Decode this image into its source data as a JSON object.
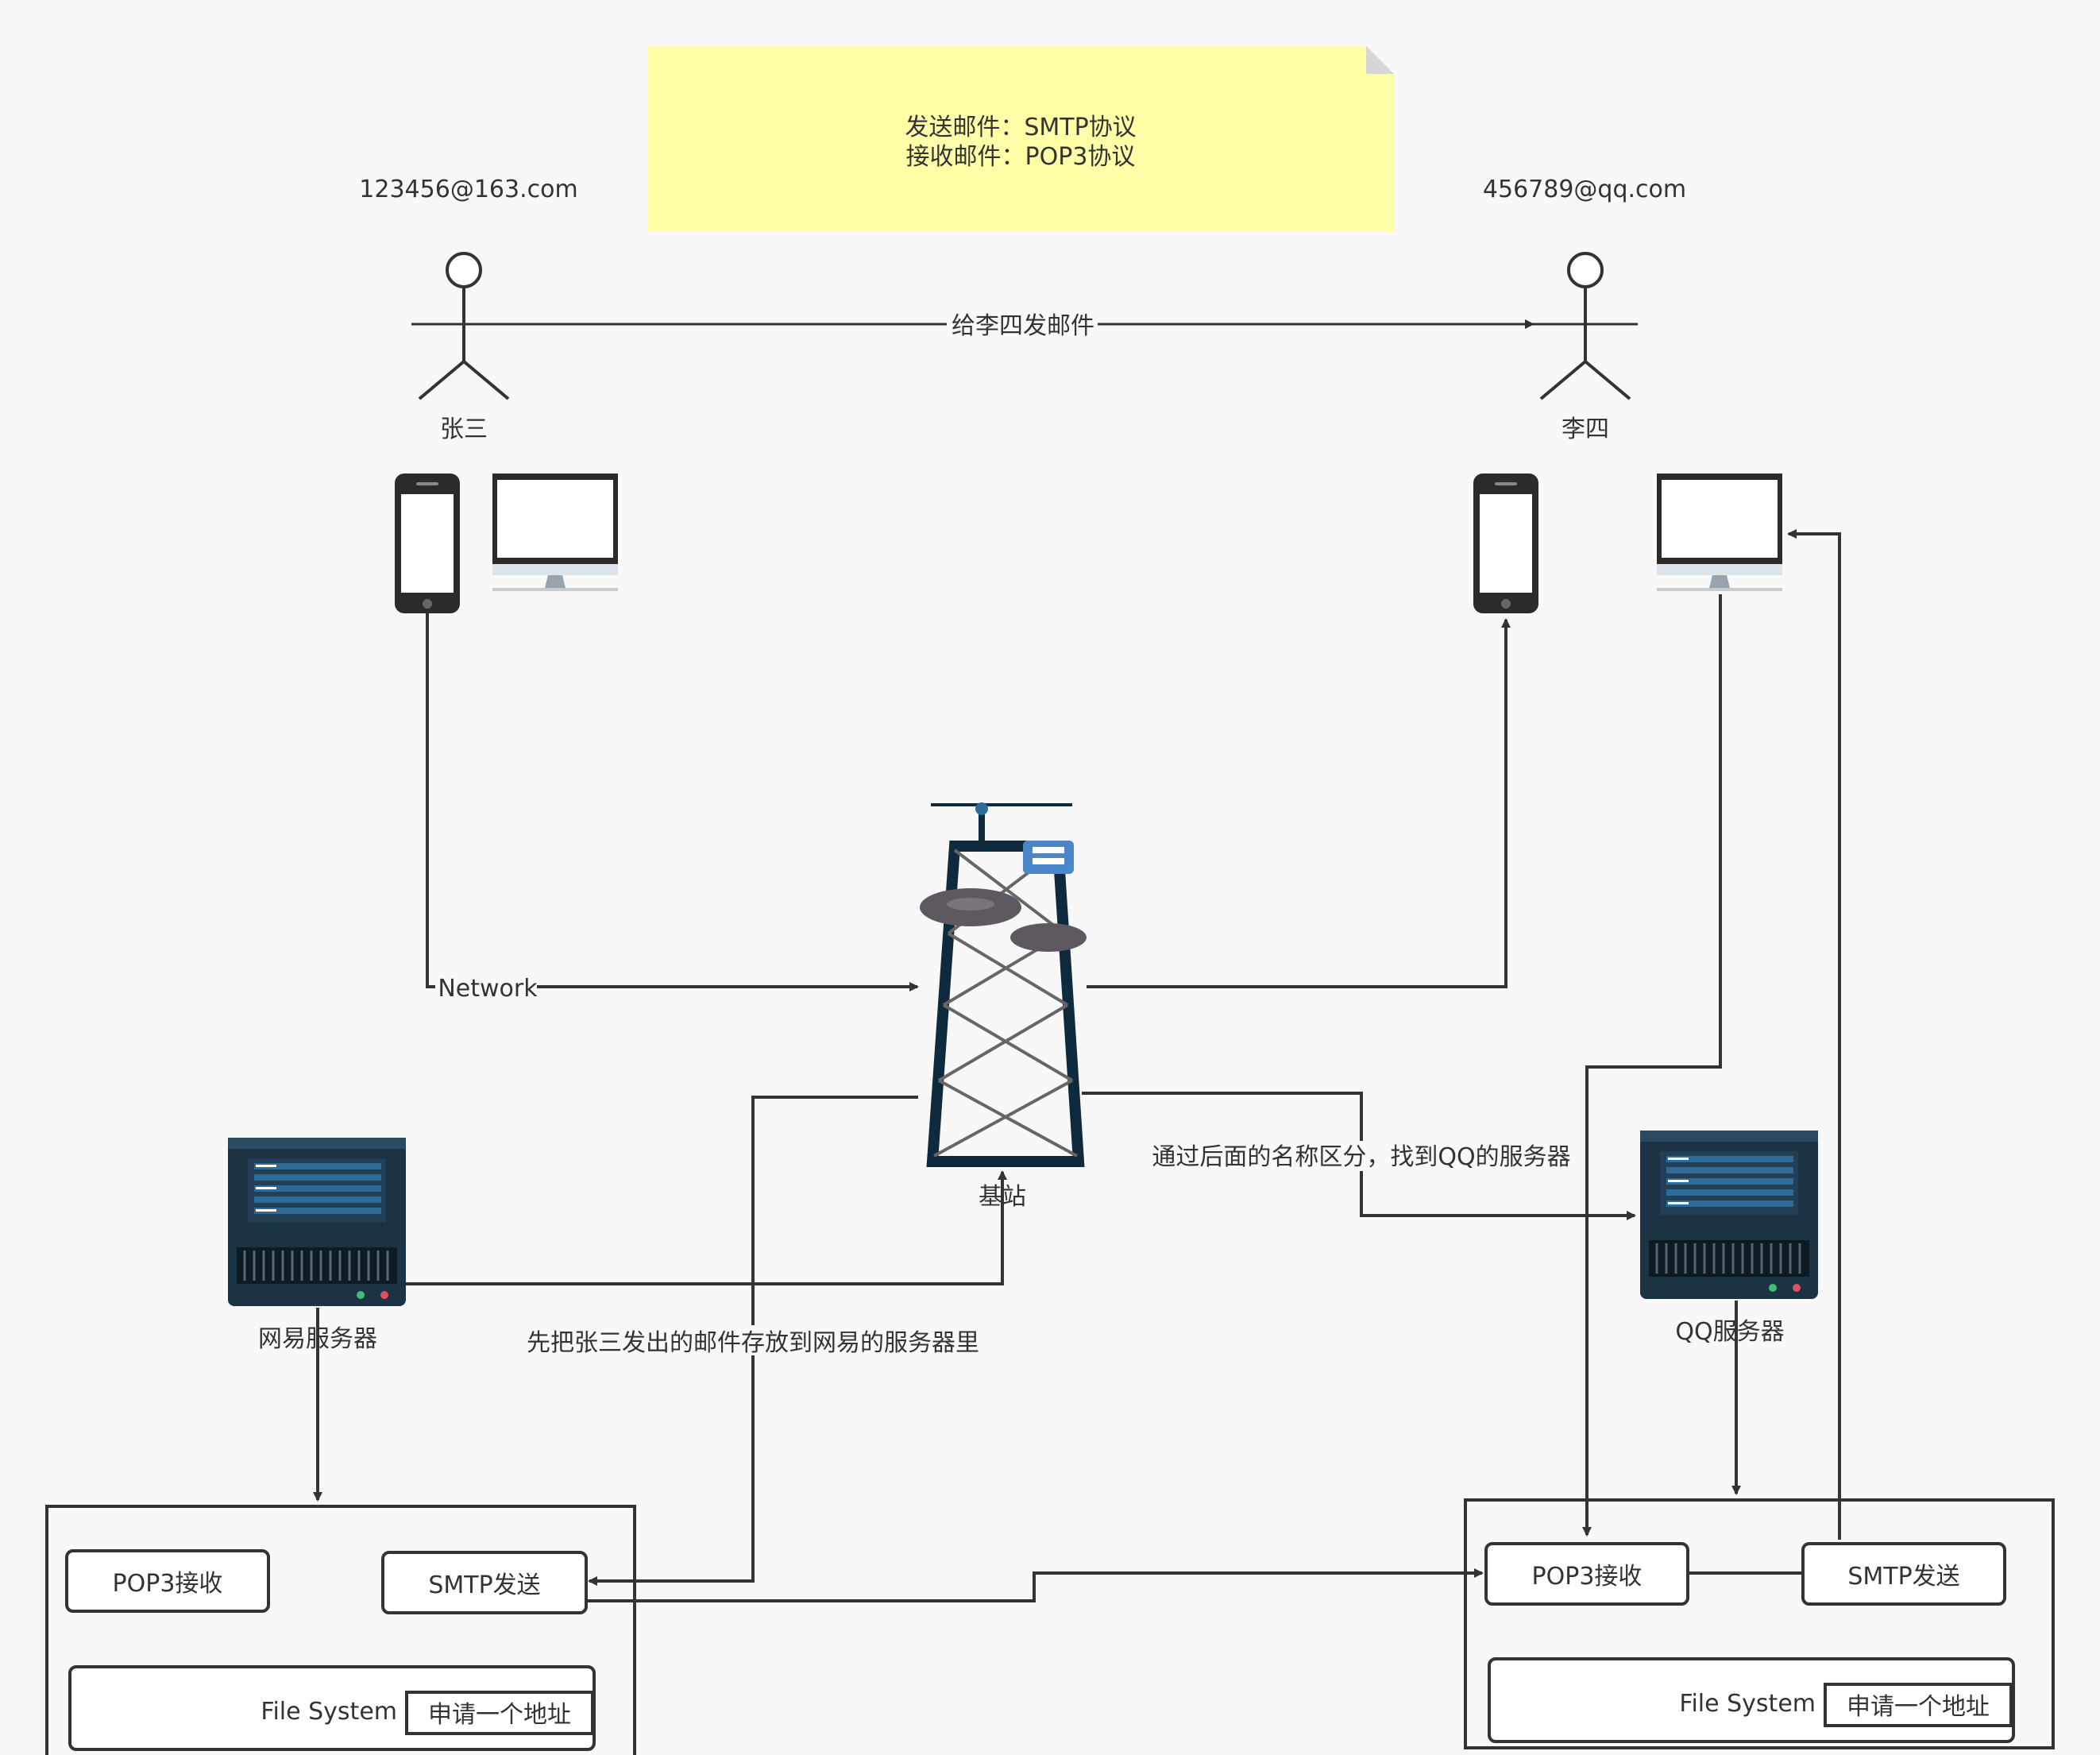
{
  "note": {
    "line1": "发送邮件：SMTP协议",
    "line2": "接收邮件：POP3协议"
  },
  "sender": {
    "email": "123456@163.com",
    "name": "张三"
  },
  "receiver": {
    "email": "456789@qq.com",
    "name": "李四"
  },
  "edges": {
    "send_mail": "给李四发邮件",
    "network": "Network",
    "store_netease": "先把张三发出的邮件存放到网易的服务器里",
    "find_qq": "通过后面的名称区分，找到QQ的服务器"
  },
  "tower": {
    "label": "基站"
  },
  "netease": {
    "server_label": "网易服务器",
    "pop3": "POP3接收",
    "smtp": "SMTP发送",
    "fs": "File System",
    "fs_addr": "申请一个地址"
  },
  "qq": {
    "server_label": "QQ服务器",
    "pop3": "POP3接收",
    "smtp": "SMTP发送",
    "fs": "File System",
    "fs_addr": "申请一个地址"
  },
  "colors": {
    "note_fill": "#ffffa8",
    "line": "#333333",
    "server_dark": "#1c3344",
    "server_stripe": "#2e6b99",
    "tower_frame": "#0f2a3c",
    "dish": "#5e5860"
  }
}
